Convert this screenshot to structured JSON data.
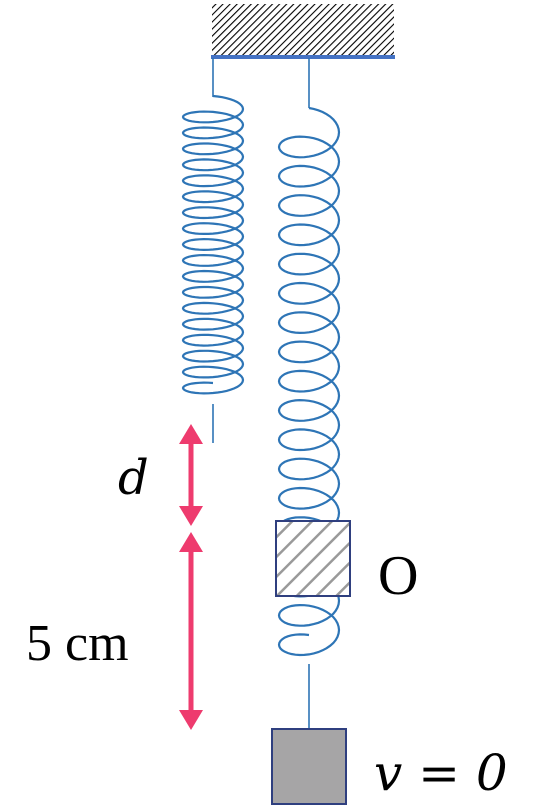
{
  "labels": {
    "d": "d",
    "distance": "5 cm",
    "origin": "O",
    "velocity": "v = 0"
  },
  "colors": {
    "spring": "#2e75b6",
    "support_line": "#4472c4",
    "arrow": "#ee3b6e",
    "hatch": "#000000",
    "mass_hatched_fill": "#ffffff",
    "mass_hatched_stripe": "#9a9a9a",
    "mass_hatched_border": "#2f3f7f",
    "mass_solid_fill": "#a6a5a6",
    "mass_solid_border": "#2f3f7f",
    "text": "#000000"
  }
}
